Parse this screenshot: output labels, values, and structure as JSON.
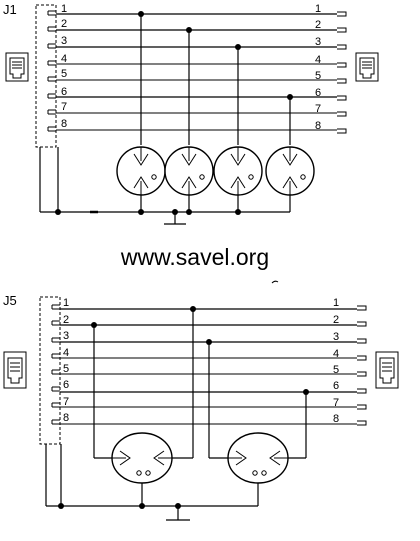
{
  "top": {
    "label": "J1",
    "left_pins": [
      "1",
      "2",
      "3",
      "4",
      "5",
      "6",
      "7",
      "8"
    ],
    "right_pins": [
      "1",
      "2",
      "3",
      "4",
      "5",
      "6",
      "7",
      "8"
    ]
  },
  "website": "www.savel.org",
  "bottom": {
    "label": "J5",
    "left_pins": [
      "1",
      "2",
      "3",
      "4",
      "5",
      "6",
      "7",
      "8"
    ],
    "right_pins": [
      "1",
      "2",
      "3",
      "4",
      "5",
      "6",
      "7",
      "8"
    ]
  },
  "icons": {
    "connector": "rj45-connector-icon",
    "tube": "gas-discharge-tube-icon",
    "ground": "ground-symbol-icon"
  }
}
